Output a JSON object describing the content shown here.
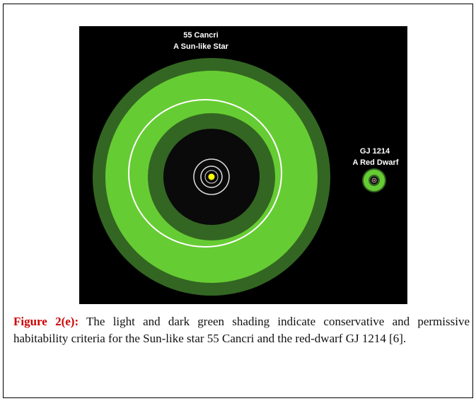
{
  "figure": {
    "star_large": {
      "name": "55 Cancri",
      "desc": "A Sun-like Star"
    },
    "star_small": {
      "name": "GJ 1214",
      "desc": "A Red Dwarf"
    },
    "colors": {
      "background": "#000000",
      "conservative_zone": "#66cc33",
      "permissive_zone": "#336622",
      "star_large": "#ffff00",
      "star_small": "#ff6666",
      "orbit": "#ffffff"
    }
  },
  "caption": {
    "label": "Figure 2(e):",
    "text": " The light and dark green shading indicate conservative and permissive habitability criteria for the Sun-like star 55 Cancri and the red-dwarf GJ 1214 [6]."
  }
}
